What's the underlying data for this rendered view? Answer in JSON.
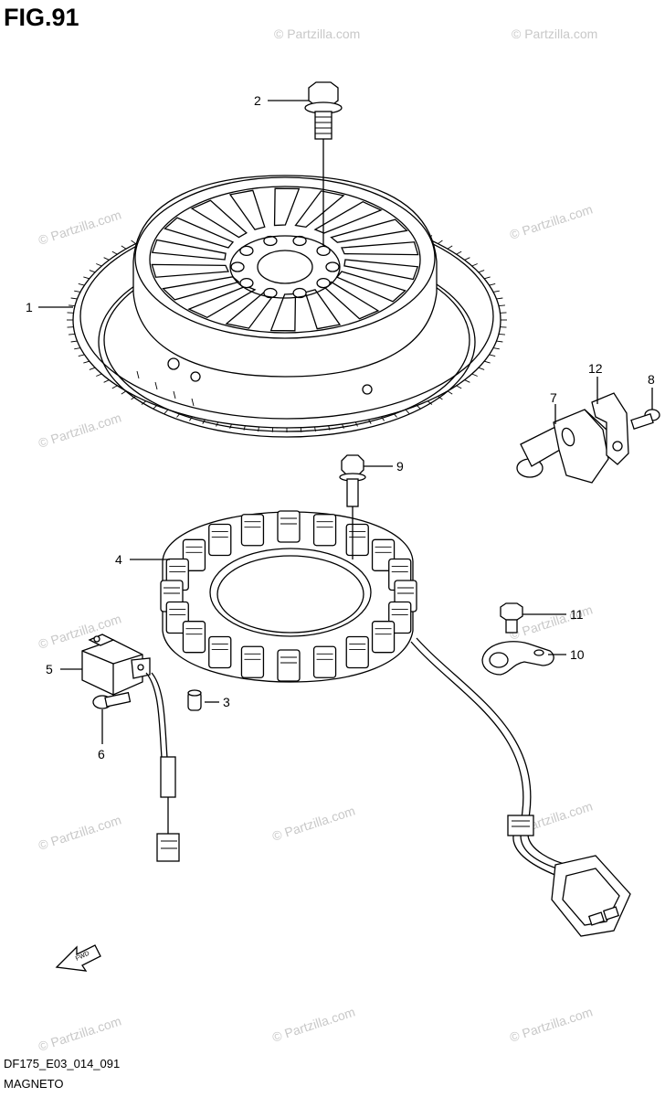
{
  "figure": {
    "title": "FIG.91",
    "code": "DF175_E03_014_091",
    "caption": "MAGNETO"
  },
  "watermark": "© Partzilla.com",
  "callouts": [
    {
      "id": "1",
      "label": "1"
    },
    {
      "id": "2",
      "label": "2"
    },
    {
      "id": "3",
      "label": "3"
    },
    {
      "id": "4",
      "label": "4"
    },
    {
      "id": "5",
      "label": "5"
    },
    {
      "id": "6",
      "label": "6"
    },
    {
      "id": "7",
      "label": "7"
    },
    {
      "id": "8",
      "label": "8"
    },
    {
      "id": "9",
      "label": "9"
    },
    {
      "id": "10",
      "label": "10"
    },
    {
      "id": "11",
      "label": "11"
    },
    {
      "id": "12",
      "label": "12"
    }
  ],
  "fwd_label": "FWD",
  "colors": {
    "line": "#000000",
    "watermark": "#c8c8c8",
    "background": "#ffffff"
  }
}
